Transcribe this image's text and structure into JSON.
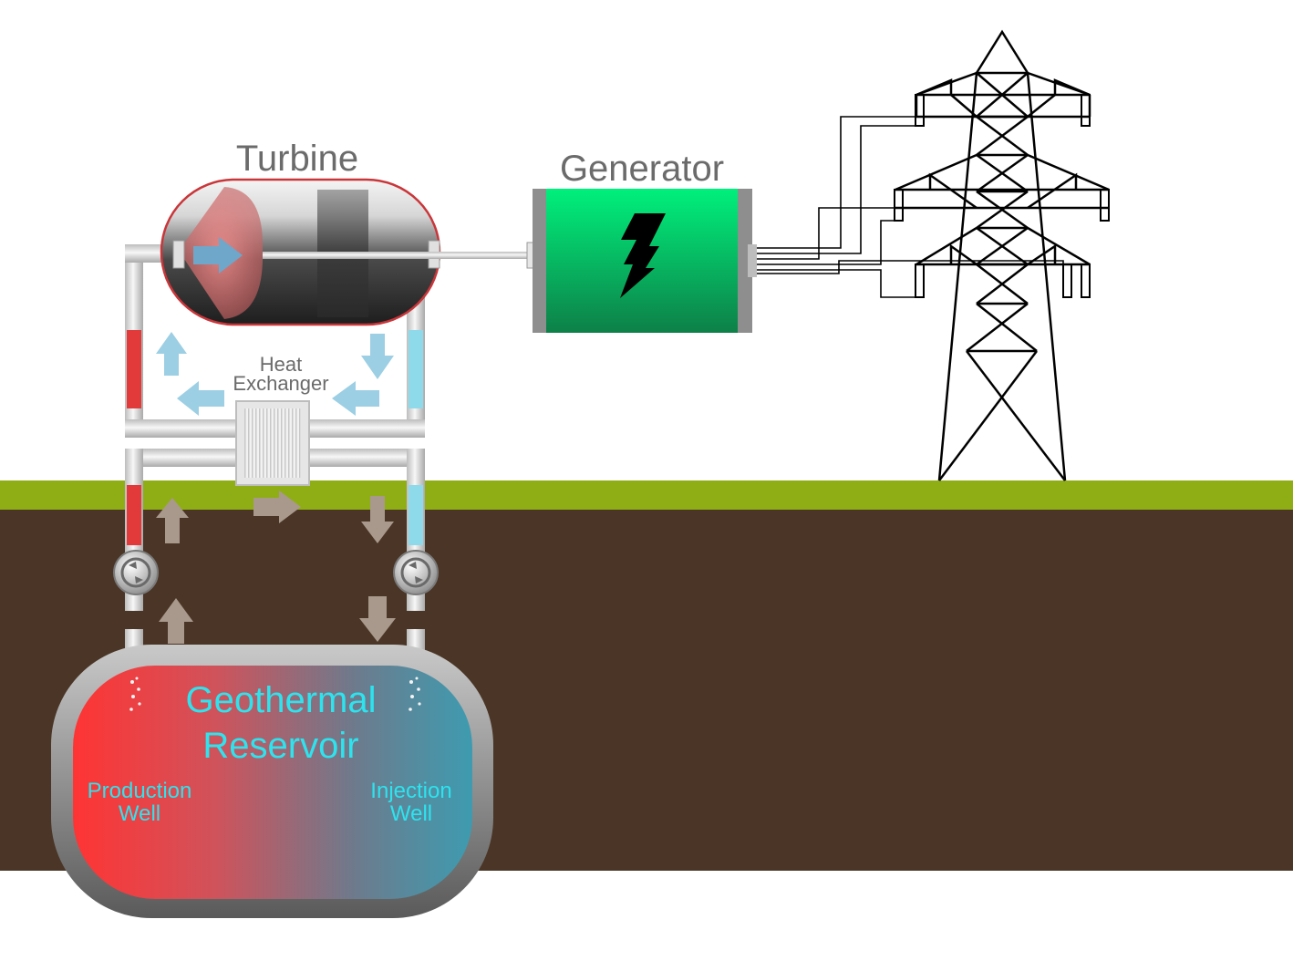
{
  "labels": {
    "turbine": "Turbine",
    "generator": "Generator",
    "heat_exchanger_line1": "Heat",
    "heat_exchanger_line2": "Exchanger",
    "reservoir_line1": "Geothermal",
    "reservoir_line2": "Reservoir",
    "production_line1": "Production",
    "production_line2": "Well",
    "injection_line1": "Injection",
    "injection_line2": "Well"
  },
  "colors": {
    "sky": "#ffffff",
    "grass": "#8fae16",
    "soil": "#4a3526",
    "hot": "#f03a3a",
    "cold": "#45a1b5",
    "text_gray": "#6b6b6b",
    "text_cyan": "#2de3ee",
    "generator_green": "#10b85e",
    "arrow_blue": "#9ccfe3",
    "arrow_tan": "#a8998c"
  },
  "icons": {
    "generator": "lightning-bolt-icon",
    "pump": "circular-arrows-icon",
    "tower": "transmission-tower-icon"
  }
}
